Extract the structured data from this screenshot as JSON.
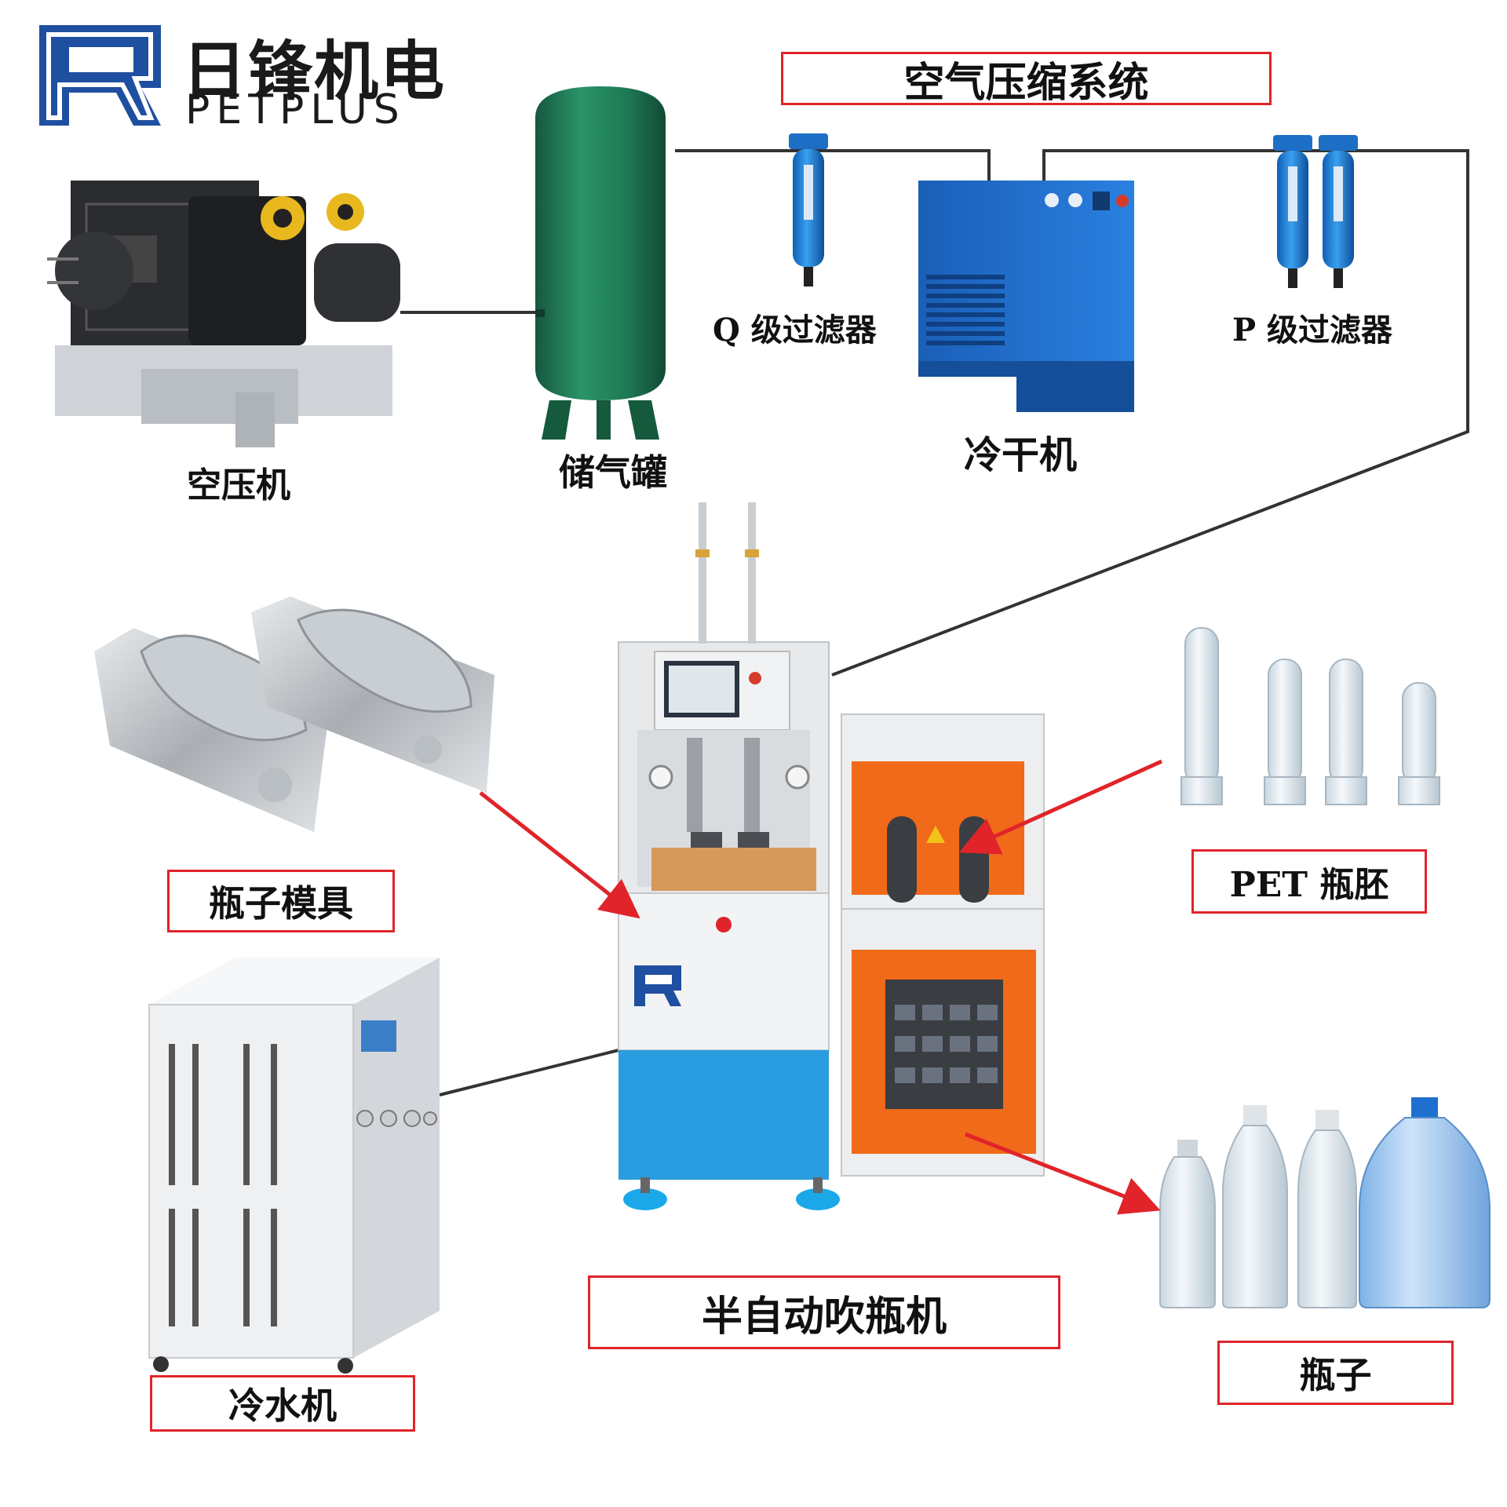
{
  "brand": {
    "name_cn": "日锋机电",
    "name_en": "PETPLUS",
    "color_primary": "#1f4fa0",
    "color_secondary": "#1c2a57"
  },
  "system_title": "空气压缩系统",
  "components": {
    "air_compressor": "空压机",
    "air_tank": "储气罐",
    "q_filter": "Q 级过滤器",
    "dryer": "冷干机",
    "p_filter": "P 级过滤器",
    "bottle_mold": "瓶子模具",
    "pet_preform": "PET 瓶胚",
    "water_chiller": "冷水机",
    "blow_machine": "半自动吹瓶机",
    "bottles": "瓶子"
  },
  "colors": {
    "label_border": "#e0242a",
    "arrow": "#e0242a",
    "pipe": "#333333",
    "tank": "#1e7a55",
    "filter": "#1e7fd8",
    "dryer": "#1f6fd0",
    "machine_base": "#2a9de0",
    "heater": "#f06a1a"
  }
}
